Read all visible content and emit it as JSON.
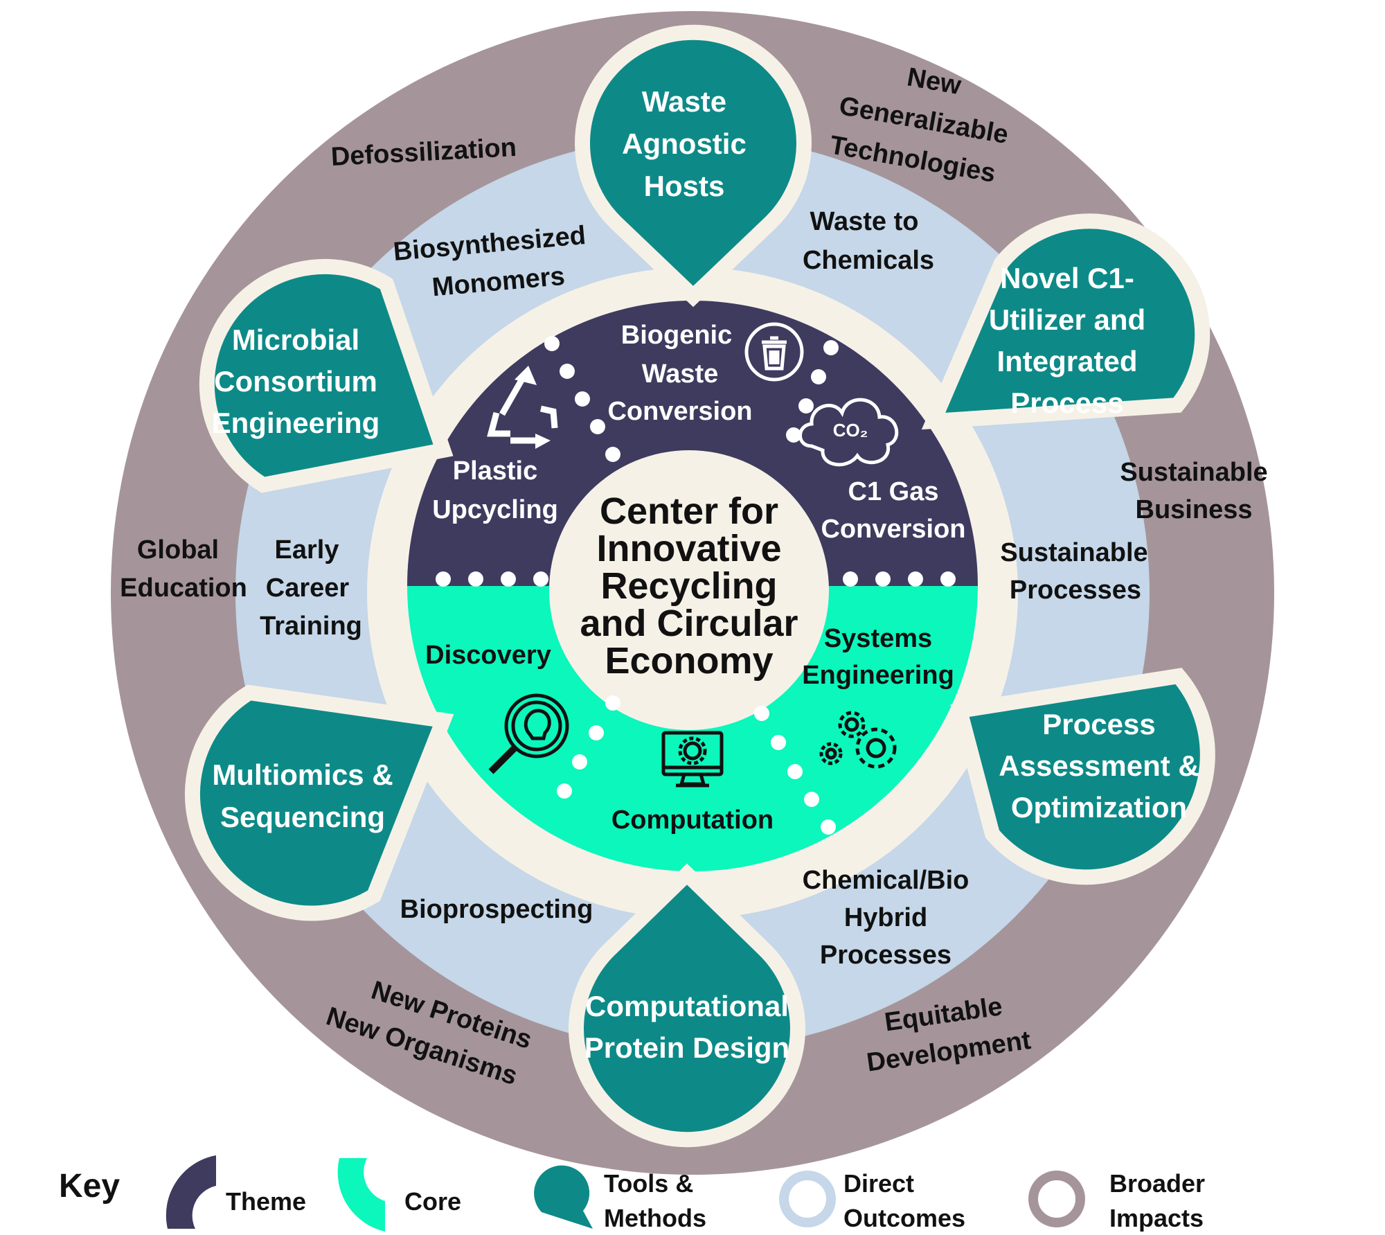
{
  "center": {
    "lines": [
      "Center for",
      "Innovative",
      "Recycling",
      "and Circular",
      "Economy"
    ]
  },
  "themes": {
    "plastic": [
      "Plastic",
      "Upcycling"
    ],
    "biogenic": [
      "Biogenic",
      "Waste",
      "Conversion"
    ],
    "c1gas": [
      "C1 Gas",
      "Conversion"
    ]
  },
  "co2_label": "CO₂",
  "cores": {
    "discovery": [
      "Discovery"
    ],
    "computation": [
      "Computation"
    ],
    "systems": [
      "Systems",
      "Engineering"
    ]
  },
  "tools": {
    "waste_agnostic": [
      "Waste",
      "Agnostic",
      "Hosts"
    ],
    "novel_c1": [
      "Novel C1-",
      "Utilizer and",
      "Integrated",
      "Process"
    ],
    "process_assessment": [
      "Process",
      "Assessment &",
      "Optimization"
    ],
    "protein_design": [
      "Computational",
      "Protein Design"
    ],
    "multiomics": [
      "Multiomics &",
      "Sequencing"
    ],
    "microbial": [
      "Microbial",
      "Consortium",
      "Engineering"
    ]
  },
  "direct_outcomes": {
    "waste_to_chemicals": [
      "Waste to",
      "Chemicals"
    ],
    "sustainable_processes": [
      "Sustainable",
      "Processes"
    ],
    "chem_bio_hybrid": [
      "Chemical/Bio",
      "Hybrid",
      "Processes"
    ],
    "bioprospecting": [
      "Bioprospecting"
    ],
    "early_career": [
      "Early",
      "Career",
      "Training"
    ],
    "biosynthesized": [
      "Biosynthesized",
      "Monomers"
    ]
  },
  "broader_impacts": {
    "new_generalizable": [
      "New",
      "Generalizable",
      "Technologies"
    ],
    "sustainable_business": [
      "Sustainable",
      "Business"
    ],
    "equitable": [
      "Equitable",
      "Development"
    ],
    "new_proteins": [
      "New Proteins",
      "New Organisms"
    ],
    "global_education": [
      "Global",
      "Education"
    ],
    "defossilization": [
      "Defossilization"
    ]
  },
  "key": {
    "title": "Key",
    "theme": [
      "Theme"
    ],
    "core": [
      "Core"
    ],
    "tools": [
      "Tools &",
      "Methods"
    ],
    "direct": [
      "Direct",
      "Outcomes"
    ],
    "broader": [
      "Broader",
      "Impacts"
    ]
  },
  "colors": {
    "broader_ring": "#a5959a",
    "direct_ring": "#c5d7e8",
    "cream": "#f6f1e7",
    "theme": "#3f3b5f",
    "core": "#0bf7bc",
    "tool": "#0d8a87"
  }
}
